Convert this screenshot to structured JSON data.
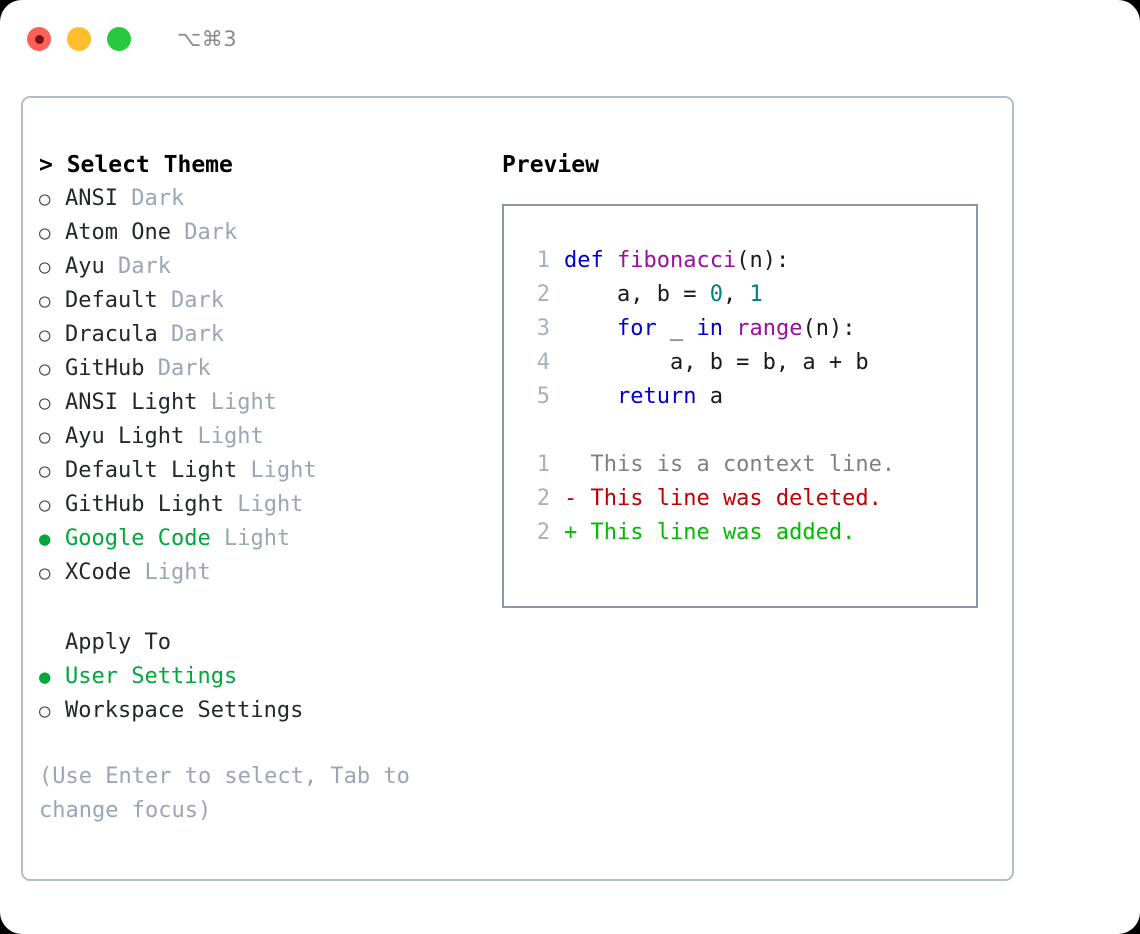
{
  "window": {
    "shortcut": "⌥⌘3",
    "traffic_lights": [
      "close",
      "minimize",
      "maximize"
    ]
  },
  "theme_picker": {
    "heading": "> Select Theme",
    "marker_selected": "●",
    "marker_unselected": "○",
    "items": [
      {
        "name": "ANSI",
        "variant": "Dark",
        "selected": false
      },
      {
        "name": "Atom One",
        "variant": "Dark",
        "selected": false
      },
      {
        "name": "Ayu",
        "variant": "Dark",
        "selected": false
      },
      {
        "name": "Default",
        "variant": "Dark",
        "selected": false
      },
      {
        "name": "Dracula",
        "variant": "Dark",
        "selected": false
      },
      {
        "name": "GitHub",
        "variant": "Dark",
        "selected": false
      },
      {
        "name": "ANSI Light",
        "variant": "Light",
        "selected": false
      },
      {
        "name": "Ayu Light",
        "variant": "Light",
        "selected": false
      },
      {
        "name": "Default Light",
        "variant": "Light",
        "selected": false
      },
      {
        "name": "GitHub Light",
        "variant": "Light",
        "selected": false
      },
      {
        "name": "Google Code",
        "variant": "Light",
        "selected": true
      },
      {
        "name": "XCode",
        "variant": "Light",
        "selected": false
      }
    ]
  },
  "apply_to": {
    "heading": "Apply To",
    "items": [
      {
        "name": "User Settings",
        "selected": true
      },
      {
        "name": "Workspace Settings",
        "selected": false
      }
    ]
  },
  "hint": "(Use Enter to select, Tab to change focus)",
  "preview": {
    "heading": "Preview",
    "code_lines": [
      {
        "lineno": "1",
        "tokens": [
          {
            "text": "def ",
            "type": "kw"
          },
          {
            "text": "fibonacci",
            "type": "fn"
          },
          {
            "text": "(n):",
            "type": "plain"
          }
        ]
      },
      {
        "lineno": "2",
        "tokens": [
          {
            "text": "    a, b = ",
            "type": "plain"
          },
          {
            "text": "0",
            "type": "num"
          },
          {
            "text": ", ",
            "type": "plain"
          },
          {
            "text": "1",
            "type": "num"
          }
        ]
      },
      {
        "lineno": "3",
        "tokens": [
          {
            "text": "    ",
            "type": "plain"
          },
          {
            "text": "for",
            "type": "kw"
          },
          {
            "text": " _ ",
            "type": "plain"
          },
          {
            "text": "in",
            "type": "kw"
          },
          {
            "text": " ",
            "type": "plain"
          },
          {
            "text": "range",
            "type": "fn"
          },
          {
            "text": "(n):",
            "type": "plain"
          }
        ]
      },
      {
        "lineno": "4",
        "tokens": [
          {
            "text": "        a, b = b, a + b",
            "type": "plain"
          }
        ]
      },
      {
        "lineno": "5",
        "tokens": [
          {
            "text": "    ",
            "type": "plain"
          },
          {
            "text": "return",
            "type": "kw"
          },
          {
            "text": " a",
            "type": "plain"
          }
        ]
      }
    ],
    "diff_lines": [
      {
        "lineno": "1",
        "text": "  This is a context line.",
        "kind": "context"
      },
      {
        "lineno": "2",
        "text": "- This line was deleted.",
        "kind": "del"
      },
      {
        "lineno": "2",
        "text": "+ This line was added.",
        "kind": "add"
      }
    ]
  },
  "colors": {
    "accent_green": "#00a83c",
    "muted": "#9aa5b5",
    "keyword": "#0000cc",
    "function": "#9b0f9b",
    "number": "#007f7f",
    "diff_del": "#c00000",
    "diff_add": "#00bb00",
    "panel_border": "#b3bcc8",
    "preview_border": "#8b96a8"
  }
}
